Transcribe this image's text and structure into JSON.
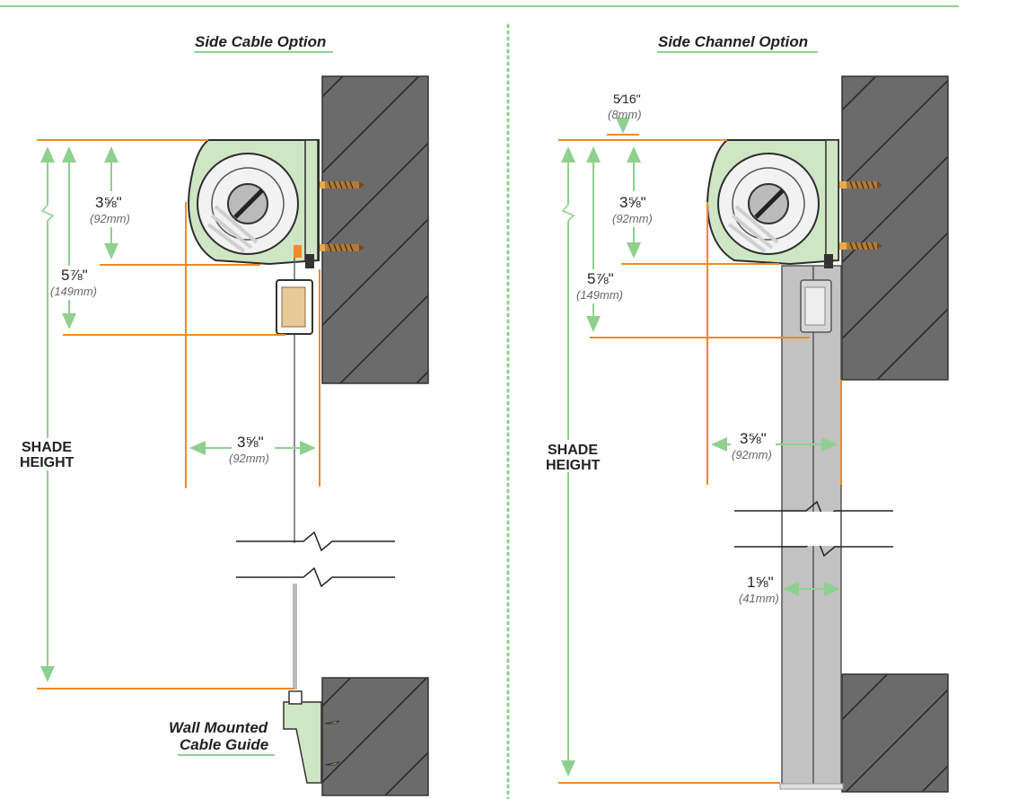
{
  "left": {
    "title": "Side Cable Option",
    "dim_height_small": "3⅝\"",
    "dim_height_small_mm": "(92mm)",
    "dim_height_large": "5⅞\"",
    "dim_height_large_mm": "(149mm)",
    "dim_width": "3⅝\"",
    "dim_width_mm": "(92mm)",
    "shade_line1": "SHADE",
    "shade_line2": "HEIGHT",
    "caption_line1": "Wall Mounted",
    "caption_line2": "Cable Guide"
  },
  "right": {
    "title": "Side Channel  Option",
    "dim_gap": "5⁄16\"",
    "dim_gap_mm": "(8mm)",
    "dim_height_small": "3⅝\"",
    "dim_height_small_mm": "(92mm)",
    "dim_height_large": "5⅞\"",
    "dim_height_large_mm": "(149mm)",
    "dim_width": "3⅝\"",
    "dim_width_mm": "(92mm)",
    "dim_channel": "1⅝\"",
    "dim_channel_mm": "(41mm)",
    "shade_line1": "SHADE",
    "shade_line2": "HEIGHT"
  },
  "colors": {
    "orange": "#f08a24",
    "green": "#8fd08f",
    "housing": "#cfe6c4",
    "wall": "#6b6b6b",
    "channel": "#c2c2c2"
  }
}
